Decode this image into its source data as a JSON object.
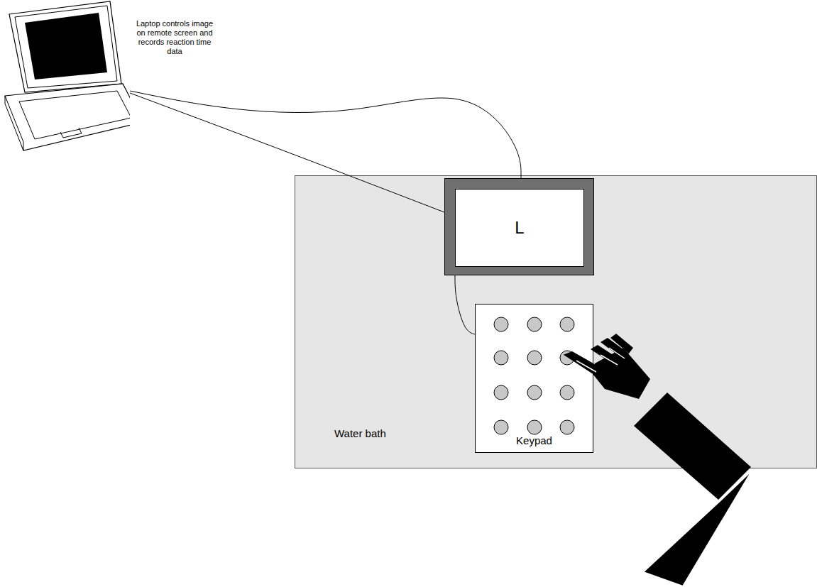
{
  "diagram": {
    "nodes": [
      {
        "text": [
          "Laptop controls image on remote screen and records reaction time data"
        ]
      },
      {
        "text": [
          "Water bath"
        ]
      },
      {
        "text": [
          "L"
        ],
        "in": 1
      },
      {
        "text": [
          "Keypad"
        ],
        "in": 1
      }
    ],
    "edges": [
      {
        "from": 0,
        "to": 2,
        "arrow": "none"
      },
      {
        "from": 0,
        "to": 2,
        "arrow": "none"
      },
      {
        "from": 2,
        "to": 3,
        "arrow": "none"
      }
    ]
  }
}
